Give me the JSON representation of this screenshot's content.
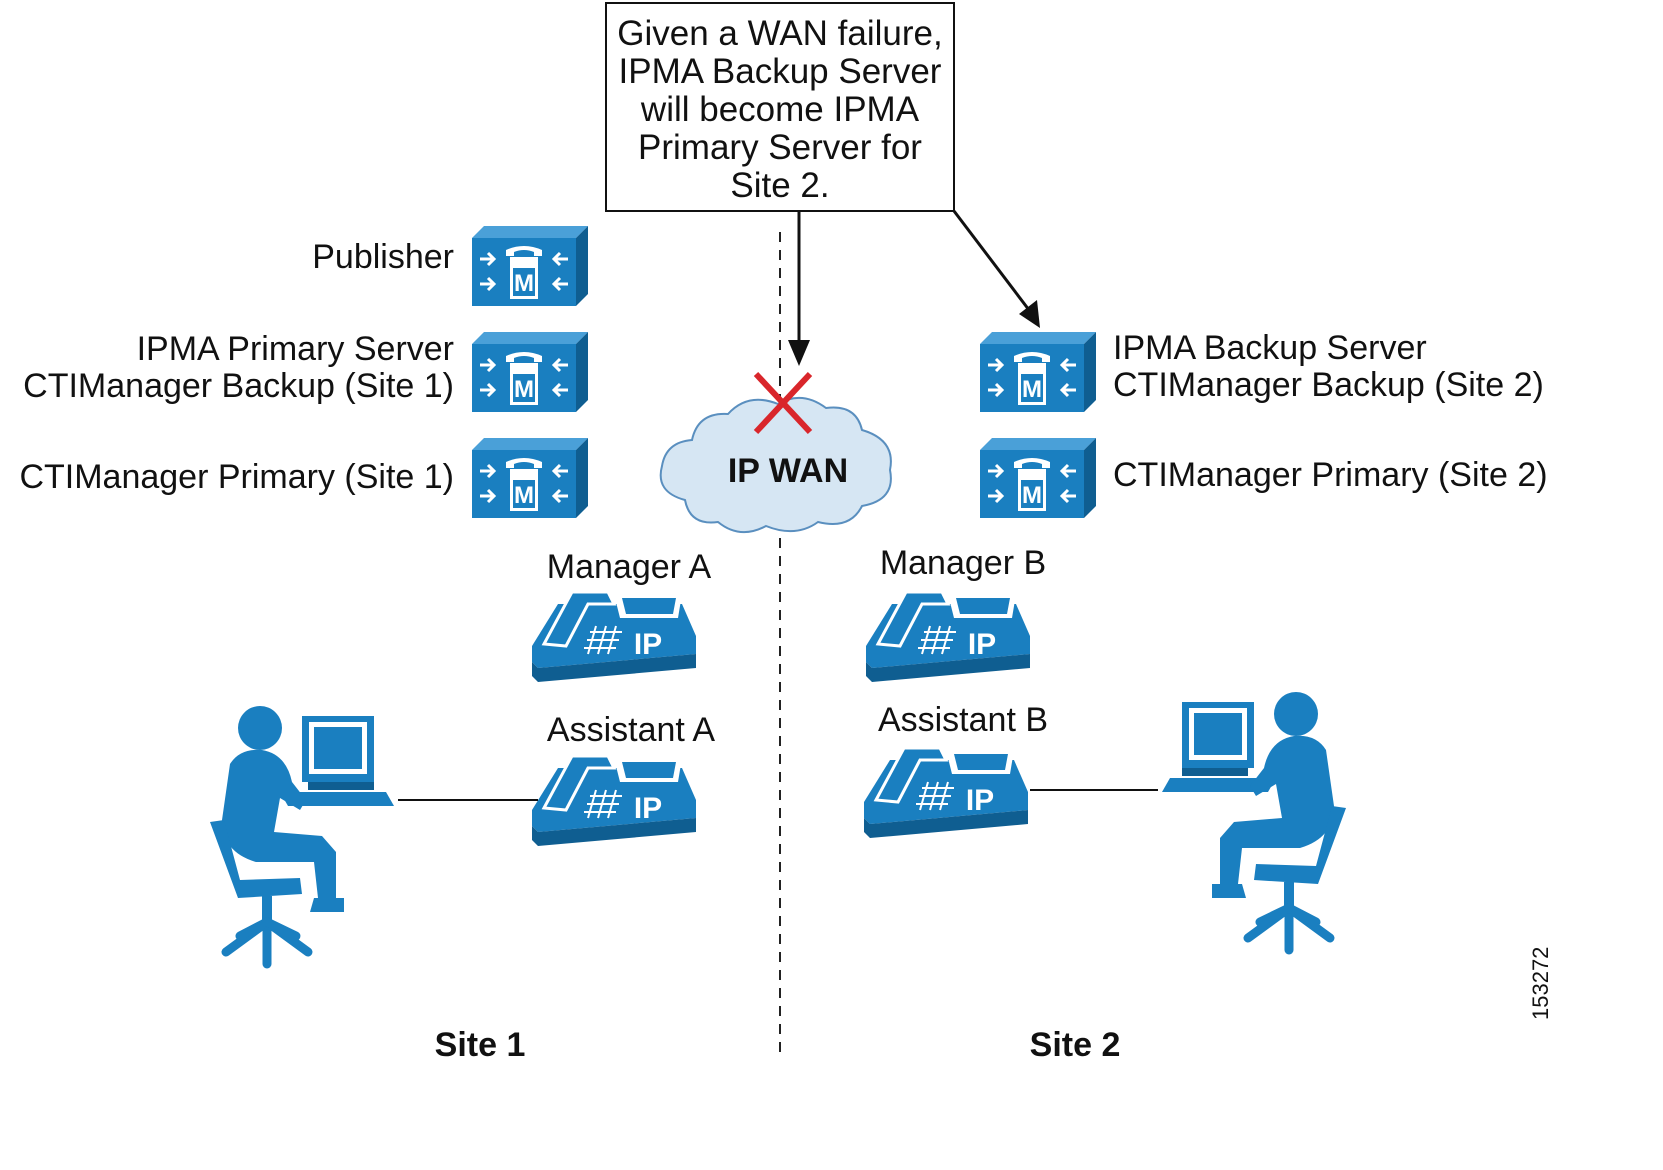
{
  "callout": {
    "lines": [
      "Given a WAN failure,",
      "IPMA Backup Server",
      "will become IPMA",
      "Primary Server for",
      "Site 2."
    ]
  },
  "wan": {
    "label": "IP WAN",
    "status": "failed"
  },
  "site1": {
    "label": "Site 1",
    "servers": [
      {
        "lines": [
          "Publisher"
        ]
      },
      {
        "lines": [
          "IPMA Primary Server",
          "CTIManager Backup (Site 1)"
        ]
      },
      {
        "lines": [
          "CTIManager Primary (Site 1)"
        ]
      }
    ],
    "phones": [
      {
        "label": "Manager A"
      },
      {
        "label": "Assistant A"
      }
    ]
  },
  "site2": {
    "label": "Site 2",
    "servers": [
      {
        "lines": [
          "IPMA Backup Server",
          "CTIManager Backup (Site 2)"
        ]
      },
      {
        "lines": [
          "CTIManager Primary (Site 2)"
        ]
      }
    ],
    "phones": [
      {
        "label": "Manager B"
      },
      {
        "label": "Assistant B"
      }
    ]
  },
  "server_icon_letter": "M",
  "phone_icon_text": "IP",
  "figure_id": "153272",
  "colors": {
    "device_blue": "#1a7fc0",
    "device_dark": "#0f5e91",
    "cloud_fill": "#d6e6f3",
    "cloud_stroke": "#5a8fbf",
    "fail_x": "#d9262b"
  }
}
